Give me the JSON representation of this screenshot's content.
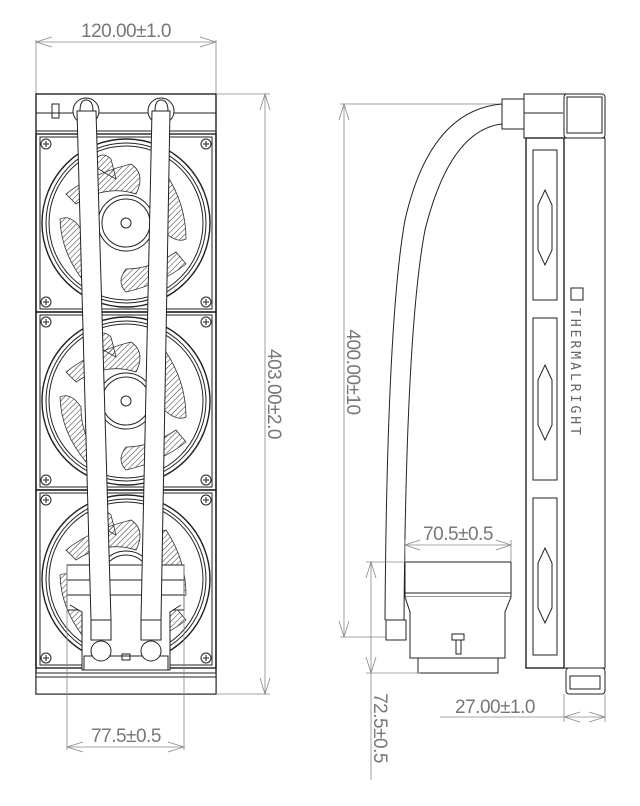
{
  "drawing": {
    "subject": "AIO liquid cooler 360 radiator with three fans and pump block",
    "brand": "THERMALRIGHT",
    "views": [
      "front-view",
      "side-view"
    ]
  },
  "dimensions": {
    "radiator_width": "120.00±1.0",
    "radiator_height": "403.00±2.0",
    "tube_length": "400.00±10",
    "pump_block_width": "77.5±0.5",
    "pump_block_side_width": "70.5±0.5",
    "pump_block_height": "72.5±0.5",
    "radiator_thickness": "27.00±1.0"
  },
  "colors": {
    "line": "#222222",
    "dimension_text": "#777777",
    "background": "#ffffff"
  }
}
